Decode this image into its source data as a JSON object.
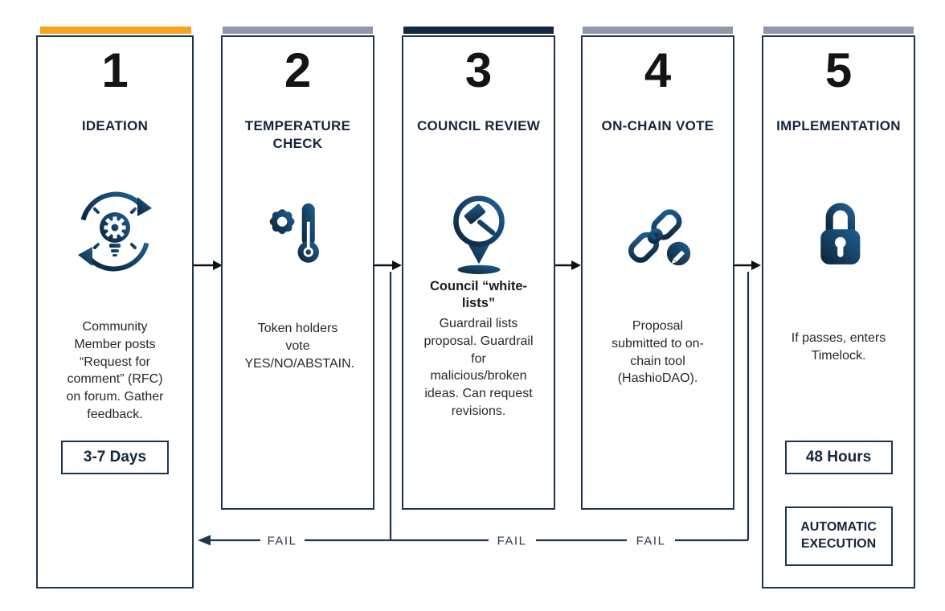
{
  "palette": {
    "step1_accent": "#F9A21C",
    "step2_accent": "#8D99A8",
    "step3_accent": "#12283E",
    "step4_accent": "#8D99A8",
    "step5_accent": "#8D99A8",
    "line_navy": "#1C3450",
    "title_navy": "#14263E"
  },
  "steps": [
    {
      "number": "1",
      "title": "IDEATION",
      "icon": "idea-cycle-icon",
      "description": "Community Member posts “Request for comment” (RFC) on forum. Gather feedback.",
      "duration_label": "3-7 Days"
    },
    {
      "number": "2",
      "title": "TEMPERATURE CHECK",
      "icon": "gear-thermometer-icon",
      "description": "Token holders vote YES/NO/ABSTAIN."
    },
    {
      "number": "3",
      "title": "COUNCIL REVIEW",
      "icon": "pin-gavel-icon",
      "lead": "Council “white-lists”",
      "description": "Guardrail lists proposal. Guardrail for malicious/broken ideas. Can request revisions."
    },
    {
      "number": "4",
      "title": "ON-CHAIN VOTE",
      "icon": "chain-links-icon",
      "description": "Proposal submitted to on-chain tool (HashioDAO)."
    },
    {
      "number": "5",
      "title": "IMPLEMENTATION",
      "icon": "padlock-icon",
      "description": "If passes, enters Timelock.",
      "duration_label": "48 Hours",
      "execution_label": "AUTOMATIC EXECUTION"
    }
  ],
  "connectors": {
    "fail_labels": [
      "FAIL",
      "FAIL",
      "FAIL"
    ]
  }
}
